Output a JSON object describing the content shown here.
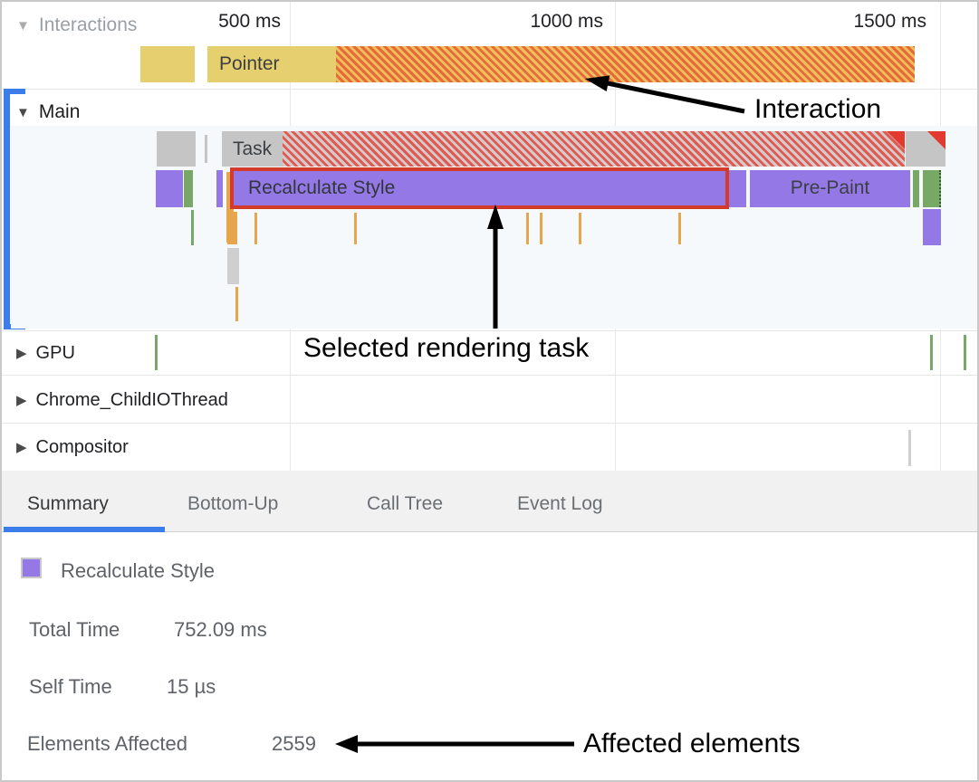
{
  "ruler": {
    "ticks": [
      "500 ms",
      "1000 ms",
      "1500 ms"
    ]
  },
  "interactions_track": {
    "collapse_icon": "▼",
    "label": "Interactions",
    "pointer_label": "Pointer"
  },
  "main_track": {
    "collapse_icon": "▼",
    "label": "Main",
    "task_label": "Task",
    "selected_task_label": "Recalculate Style",
    "prepaint_label": "Pre-Paint"
  },
  "other_tracks": [
    {
      "collapse_icon": "▶",
      "label": "GPU"
    },
    {
      "collapse_icon": "▶",
      "label": "Chrome_ChildIOThread"
    },
    {
      "collapse_icon": "▶",
      "label": "Compositor"
    }
  ],
  "annotations": {
    "interaction": "Interaction",
    "selected_task": "Selected rendering task",
    "affected_elements": "Affected elements"
  },
  "tabs": [
    {
      "label": "Summary"
    },
    {
      "label": "Bottom-Up"
    },
    {
      "label": "Call Tree"
    },
    {
      "label": "Event Log"
    }
  ],
  "active_tab": "Summary",
  "summary": {
    "title": "Recalculate Style",
    "rows": [
      {
        "label": "Total Time",
        "value": "752.09 ms"
      },
      {
        "label": "Self Time",
        "value": "15 µs"
      },
      {
        "label": "Elements Affected",
        "value": "2559"
      }
    ]
  },
  "colors": {
    "selection_red": "#d33a2b",
    "purple": "#9378e6",
    "yellow": "#e6cf6e",
    "green": "#77a865",
    "orange": "#e7a64b",
    "accent_blue": "#3b7deb",
    "annotation_black": "#000000"
  }
}
